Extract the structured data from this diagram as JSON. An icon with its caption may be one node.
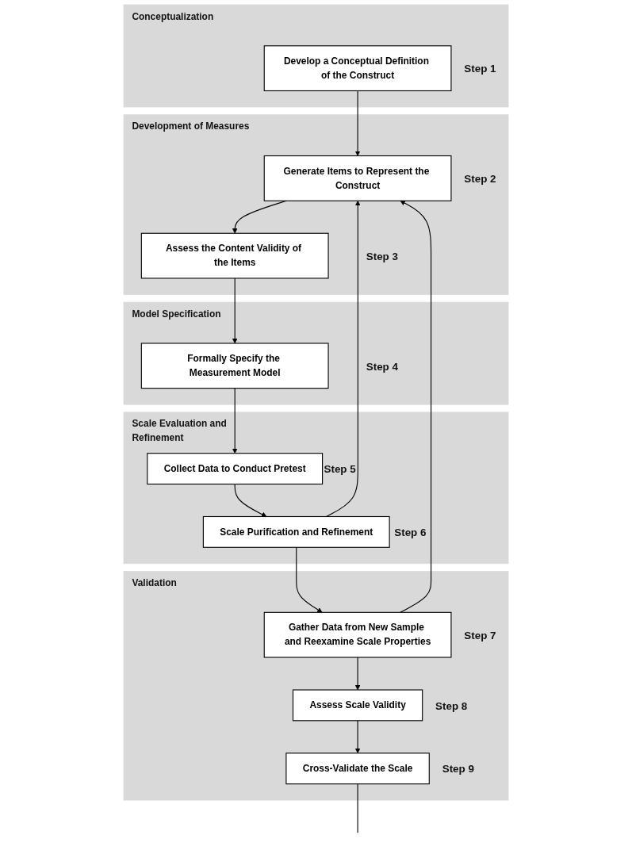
{
  "diagram": {
    "nodes": [
      {
        "text": [
          "Conceptualization"
        ]
      },
      {
        "text": [
          "Develop a Conceptual Definition of the Construct"
        ],
        "in": 0,
        "beside": [
          "Step 1"
        ]
      },
      {
        "text": [
          "Development of Measures"
        ]
      },
      {
        "text": [
          "Generate Items to Represent the Construct"
        ],
        "in": 2,
        "beside": [
          "Step 2"
        ]
      },
      {
        "text": [
          "Assess the Content Validity of the Items"
        ],
        "in": 2,
        "beside": [
          "Step 3"
        ]
      },
      {
        "text": [
          "Model Specification"
        ]
      },
      {
        "text": [
          "Formally Specify the Measurement Model"
        ],
        "in": 5,
        "beside": [
          "Step 4"
        ]
      },
      {
        "text": [
          "Scale Evaluation and Refinement"
        ]
      },
      {
        "text": [
          "Collect Data to Conduct Pretest"
        ],
        "in": 7,
        "beside": [
          "Step 5"
        ]
      },
      {
        "text": [
          "Scale Purification and Refinement"
        ],
        "in": 7,
        "beside": [
          "Step 6"
        ]
      },
      {
        "text": [
          "Validation"
        ]
      },
      {
        "text": [
          "Gather Data from New Sample and Reexamine Scale Properties"
        ],
        "in": 10,
        "beside": [
          "Step 7"
        ]
      },
      {
        "text": [
          "Assess Scale Validity"
        ],
        "in": 10,
        "beside": [
          "Step 8"
        ]
      },
      {
        "text": [
          "Cross-Validate the Scale"
        ],
        "in": 10,
        "beside": [
          "Step 9"
        ]
      }
    ],
    "edges": [
      {
        "from": 1,
        "to": 3,
        "arrow": "to"
      },
      {
        "from": 3,
        "to": 4,
        "arrow": "to"
      },
      {
        "from": 4,
        "to": 6,
        "arrow": "to"
      },
      {
        "from": 6,
        "to": 8,
        "arrow": "to"
      },
      {
        "from": 8,
        "to": 9,
        "arrow": "to"
      },
      {
        "from": 9,
        "to": 11,
        "arrow": "to"
      },
      {
        "from": 11,
        "to": 12,
        "arrow": "to"
      },
      {
        "from": 12,
        "to": 13,
        "arrow": "to"
      },
      {
        "from": 9,
        "to": 3,
        "arrow": "to"
      },
      {
        "from": 11,
        "to": 3,
        "arrow": "to"
      },
      {
        "from": 13,
        "to": null,
        "arrow": "none"
      }
    ]
  }
}
